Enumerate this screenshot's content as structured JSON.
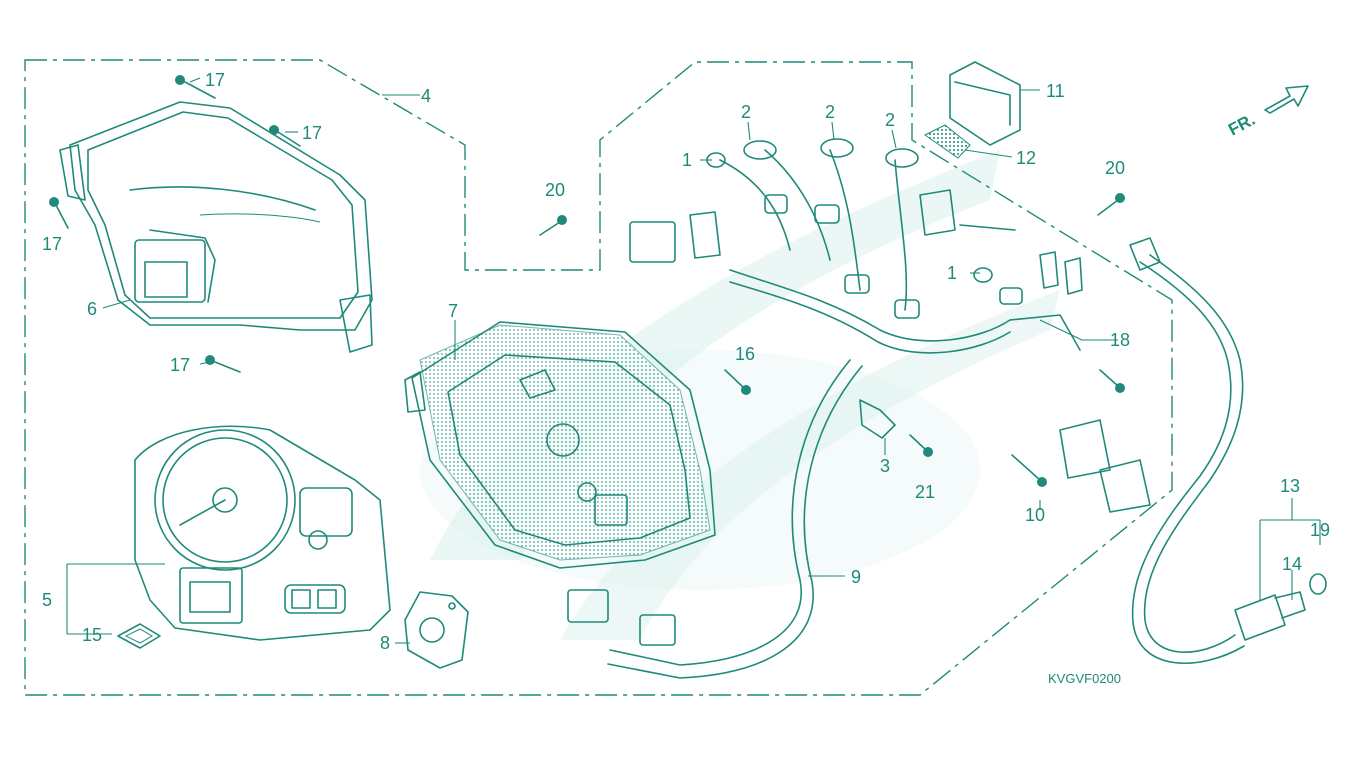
{
  "diagram": {
    "code": "KVGVF0200",
    "direction_label": "FR.",
    "callouts": [
      "1",
      "1",
      "2",
      "2",
      "2",
      "3",
      "4",
      "5",
      "6",
      "7",
      "8",
      "9",
      "10",
      "11",
      "12",
      "13",
      "14",
      "15",
      "16",
      "17",
      "17",
      "17",
      "17",
      "18",
      "19",
      "20",
      "20",
      "21"
    ]
  },
  "colors": {
    "ink": "#1f8a7a",
    "watermark": "#d8f0ec",
    "background": "#ffffff"
  }
}
